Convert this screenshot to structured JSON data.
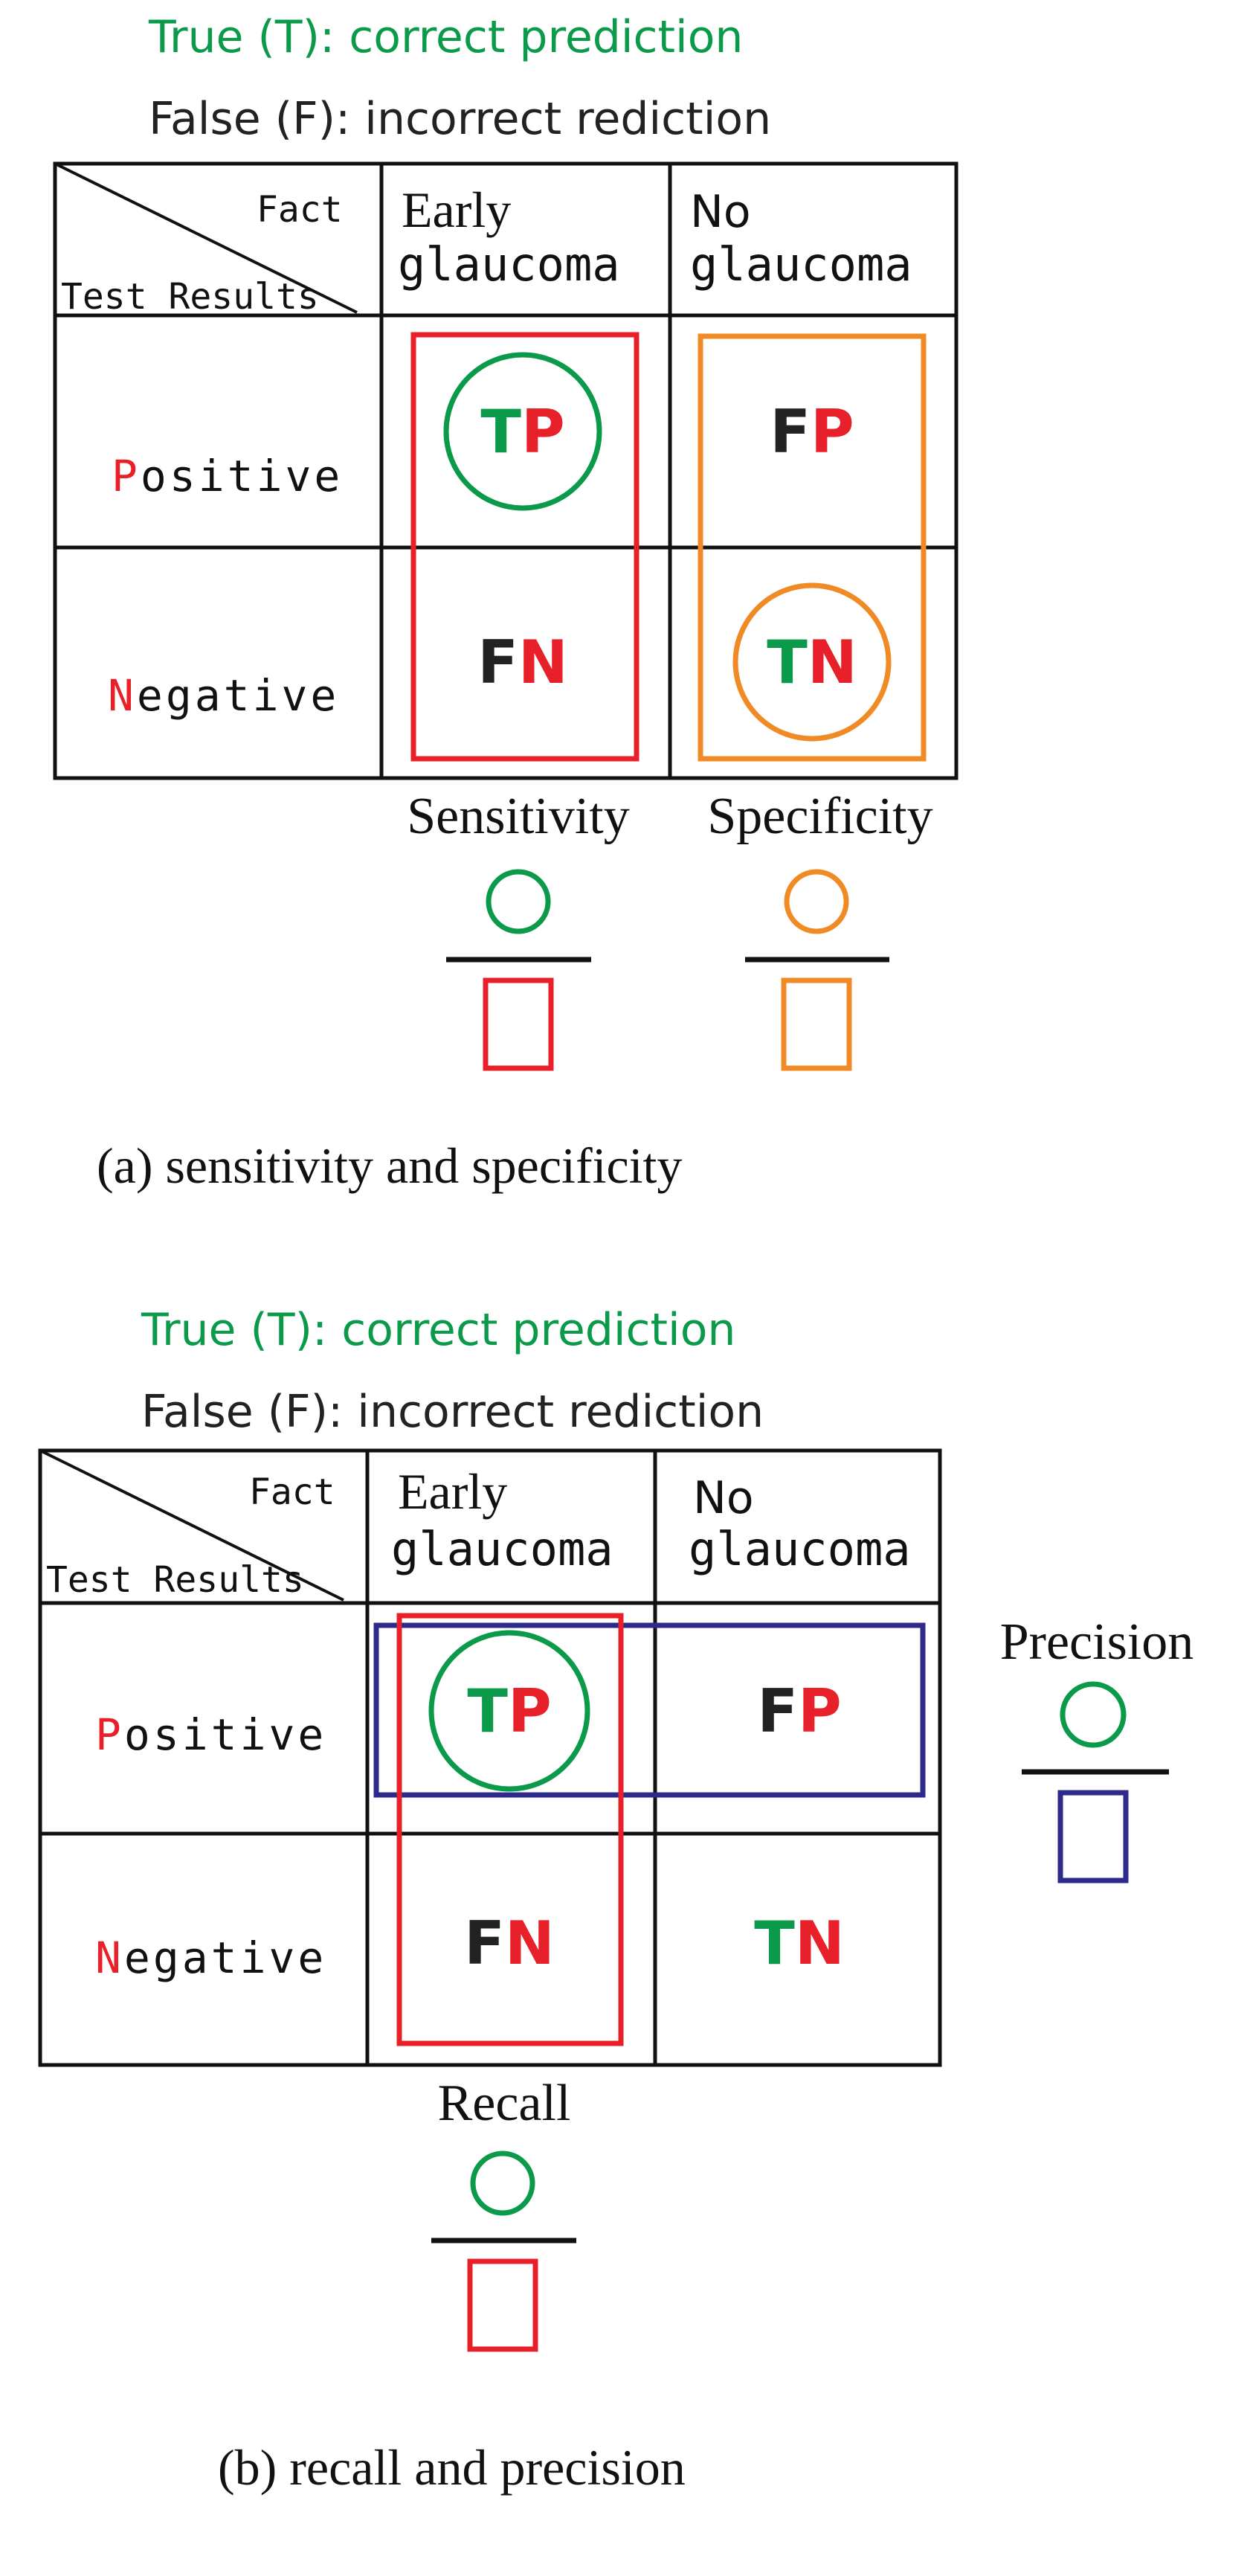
{
  "colors": {
    "true_green": "#0a9a4a",
    "false_black": "#222222",
    "red": "#e8202a",
    "orange": "#f08a24",
    "blue": "#2e2a8c"
  },
  "legend": {
    "true_text": "True (T): correct prediction",
    "false_text": "False (F): incorrect rediction"
  },
  "table": {
    "corner_fact": "Fact",
    "corner_test": "Test Results",
    "col1_line1": "Early",
    "col1_line2": "glaucoma",
    "col2_line1": "No",
    "col2_line2": "glaucoma",
    "row1_first": "P",
    "row1_rest": "ositive",
    "row2_first": "N",
    "row2_rest": "egative",
    "cells": {
      "tp_t": "T",
      "tp_p": "P",
      "fp_f": "F",
      "fp_p": "P",
      "fn_f": "F",
      "fn_n": "N",
      "tn_t": "T",
      "tn_n": "N"
    }
  },
  "metrics": {
    "sensitivity": "Sensitivity",
    "specificity": "Specificity",
    "precision": "Precision",
    "recall": "Recall"
  },
  "captions": {
    "a": "(a) sensitivity and specificity",
    "b": "(b) recall and precision"
  }
}
